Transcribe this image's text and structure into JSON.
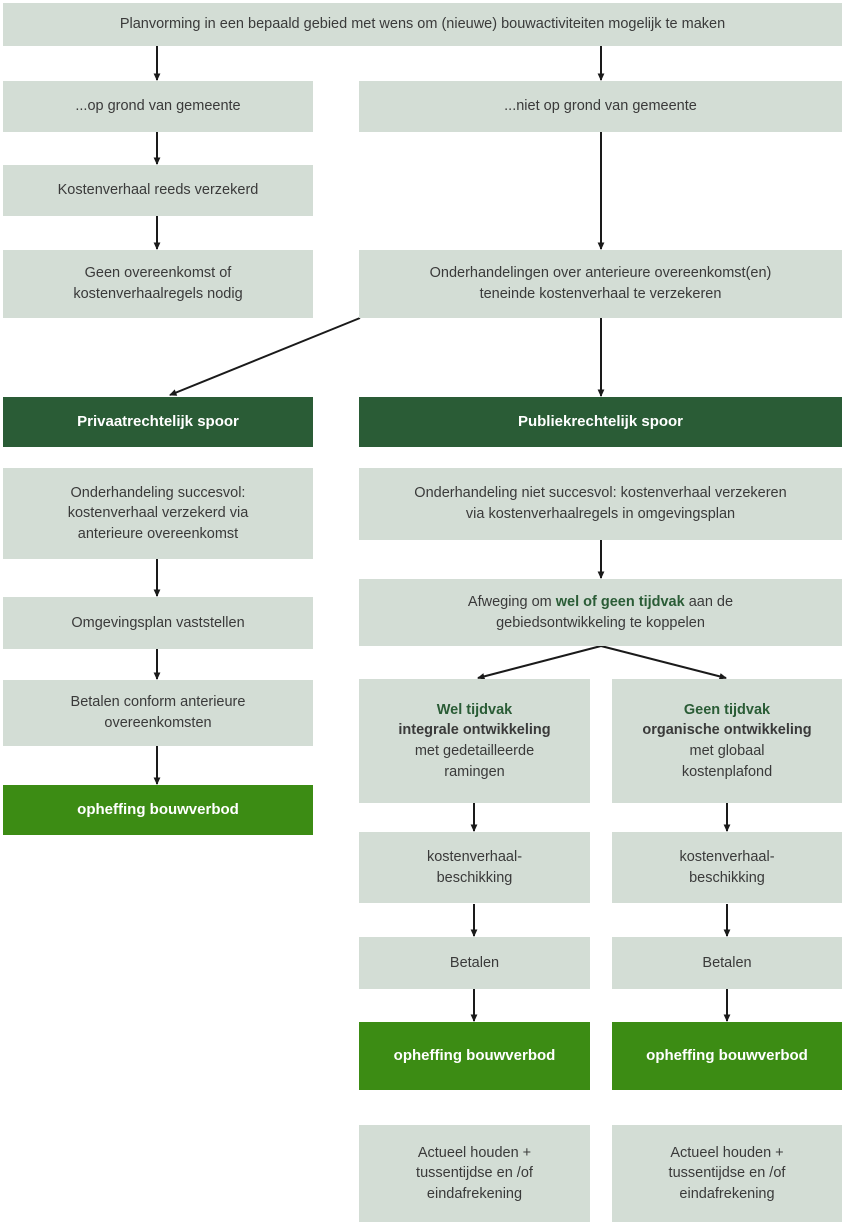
{
  "diagram": {
    "title_text": "Planvorming in een bepaald gebied met wens om (nieuwe) bouwactiviteiten mogelijk te maken",
    "colors": {
      "light_box": "#d3ddd5",
      "dark_green": "#2a5c36",
      "bright_green": "#3c8c14",
      "text": "#3a3a3a",
      "arrow": "#1a1a1a"
    },
    "nodes": {
      "top": "Planvorming in een bepaald gebied met wens om (nieuwe) bouwactiviteiten mogelijk te maken",
      "left_1": "...op grond van gemeente",
      "right_1": "...niet op grond van gemeente",
      "left_2": "Kostenverhaal reeds verzekerd",
      "left_3_line1": "Geen overeenkomst of",
      "left_3_line2": "kostenverhaalregels nodig",
      "right_2_line1": "Onderhandelingen over anterieure overeenkomst(en)",
      "right_2_line2": "teneinde kostenverhaal te verzekeren",
      "track_private": "Privaatrechtelijk spoor",
      "track_public": "Publiekrechtelijk spoor",
      "left_4_line1": "Onderhandeling succesvol:",
      "left_4_line2": "kostenverhaal verzekerd via",
      "left_4_line3": "anterieure overeenkomst",
      "right_3_line1": "Onderhandeling niet succesvol: kostenverhaal verzekeren",
      "right_3_line2": "via kostenverhaalregels in omgevingsplan",
      "left_5": "Omgevingsplan vaststellen",
      "afweging_pre": "Afweging om ",
      "afweging_highlight": "wel of geen tijdvak",
      "afweging_post": " aan de",
      "afweging_line2": "gebiedsontwikkeling te koppelen",
      "left_6_line1": "Betalen conform anterieure",
      "left_6_line2": "overeenkomsten",
      "left_7": "opheffing bouwverbod",
      "branch_a_line1": "Wel tijdvak",
      "branch_a_line2": "integrale ontwikkeling",
      "branch_a_line3": "met gedetailleerde",
      "branch_a_line4": "ramingen",
      "branch_b_line1": "Geen tijdvak",
      "branch_b_line2": "organische ontwikkeling",
      "branch_b_line3": "met globaal",
      "branch_b_line4": "kostenplafond",
      "beschikking_a_line1": "kostenverhaal-",
      "beschikking_a_line2": "beschikking",
      "beschikking_b_line1": "kostenverhaal-",
      "beschikking_b_line2": "beschikking",
      "betalen_a": "Betalen",
      "betalen_b": "Betalen",
      "opheffing_a": "opheffing bouwverbod",
      "opheffing_b": "opheffing bouwverbod",
      "actueel_a_line1": "Actueel houden +",
      "actueel_a_line2": "tussentijdse en /of",
      "actueel_a_line3": "eindafrekening",
      "actueel_b_line1": "Actueel houden +",
      "actueel_b_line2": "tussentijdse en /of",
      "actueel_b_line3": "eindafrekening"
    }
  }
}
